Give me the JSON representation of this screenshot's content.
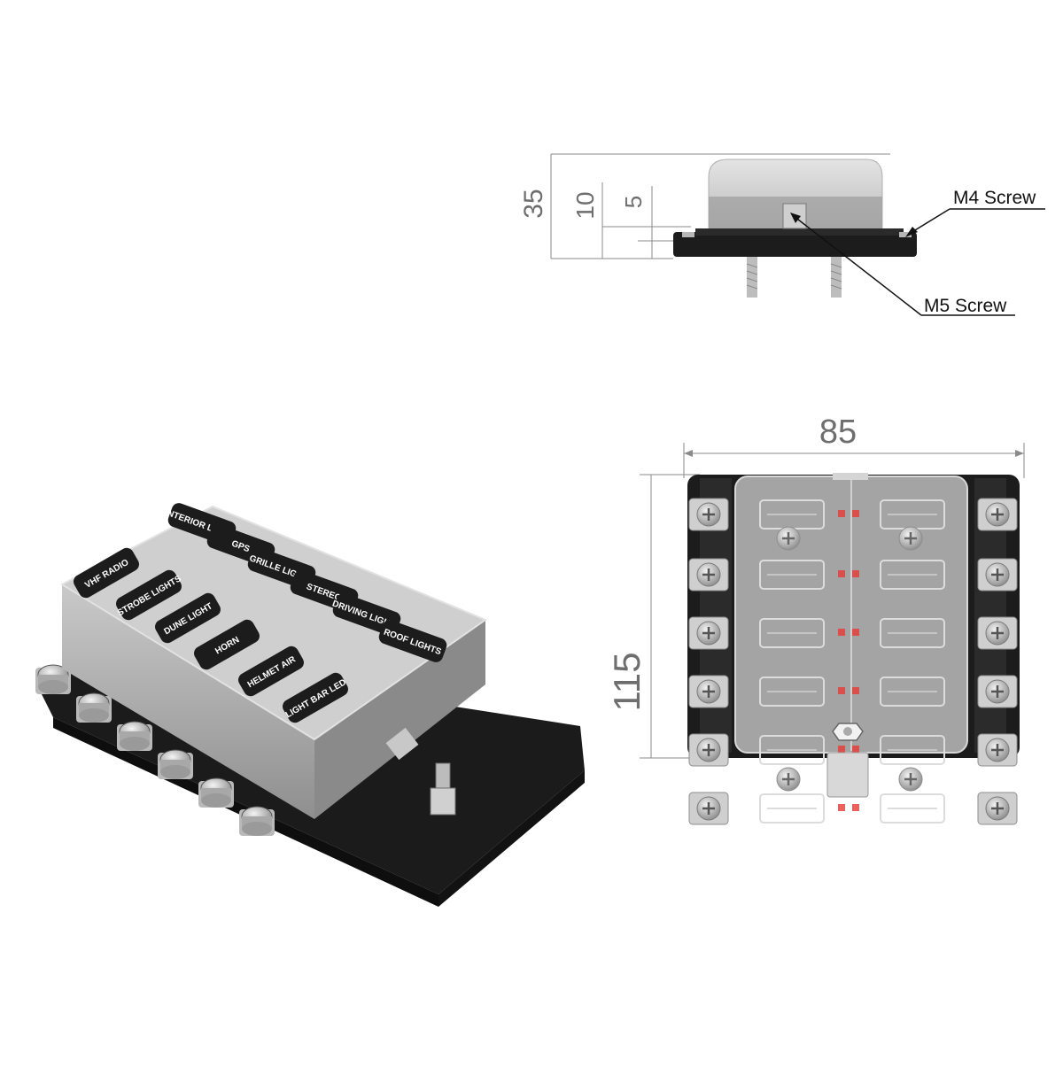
{
  "dimensions": {
    "height_total": "35",
    "height_mid": "10",
    "height_base": "5",
    "width": "85",
    "length": "115"
  },
  "callouts": {
    "m4": "M4 Screw",
    "m5": "M5 Screw"
  },
  "labels": [
    "VHF RADIO",
    "STROBE LIGHTS",
    "DUNE LIGHT",
    "HORN",
    "HELMET AIR",
    "LIGHT BAR LED",
    "INTERIOR LIGHTS",
    "GPS",
    "GRILLE LIGHTS",
    "STEREO",
    "DRIVING LIGHTS",
    "ROOF LIGHTS"
  ],
  "colors": {
    "base": "#1c1c1c",
    "cover": "#a8a8a8",
    "terminal": "#b8b8b8",
    "led": "#e53935",
    "dim_line": "#8a8a8a"
  }
}
